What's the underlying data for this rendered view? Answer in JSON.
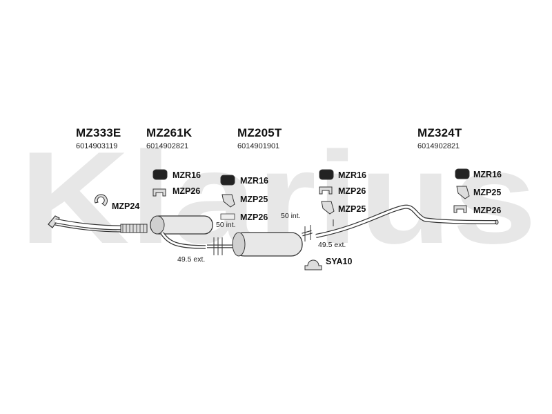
{
  "watermark": {
    "text": "Klarius"
  },
  "parts": [
    {
      "code": "MZ333E",
      "number": "6014903119"
    },
    {
      "code": "MZ261K",
      "number": "6014902821"
    },
    {
      "code": "MZ205T",
      "number": "6014901901"
    },
    {
      "code": "MZ324T",
      "number": "6014902821"
    }
  ],
  "accessories": {
    "g1": [
      "MZP24"
    ],
    "g2": [
      "MZR16",
      "MZP26"
    ],
    "g3": [
      "MZR16",
      "MZP25",
      "MZP26"
    ],
    "g4": [
      "MZR16",
      "MZP26",
      "MZP25"
    ],
    "g5": [
      "MZR16",
      "MZP25",
      "MZP26"
    ],
    "g6": [
      "SYA10"
    ]
  },
  "dimensions": [
    "50 int.",
    "49.5 ext.",
    "50 int.",
    "49.5 ext."
  ],
  "colors": {
    "watermark": "#e6e6e6",
    "line": "#333333",
    "text": "#111111"
  }
}
